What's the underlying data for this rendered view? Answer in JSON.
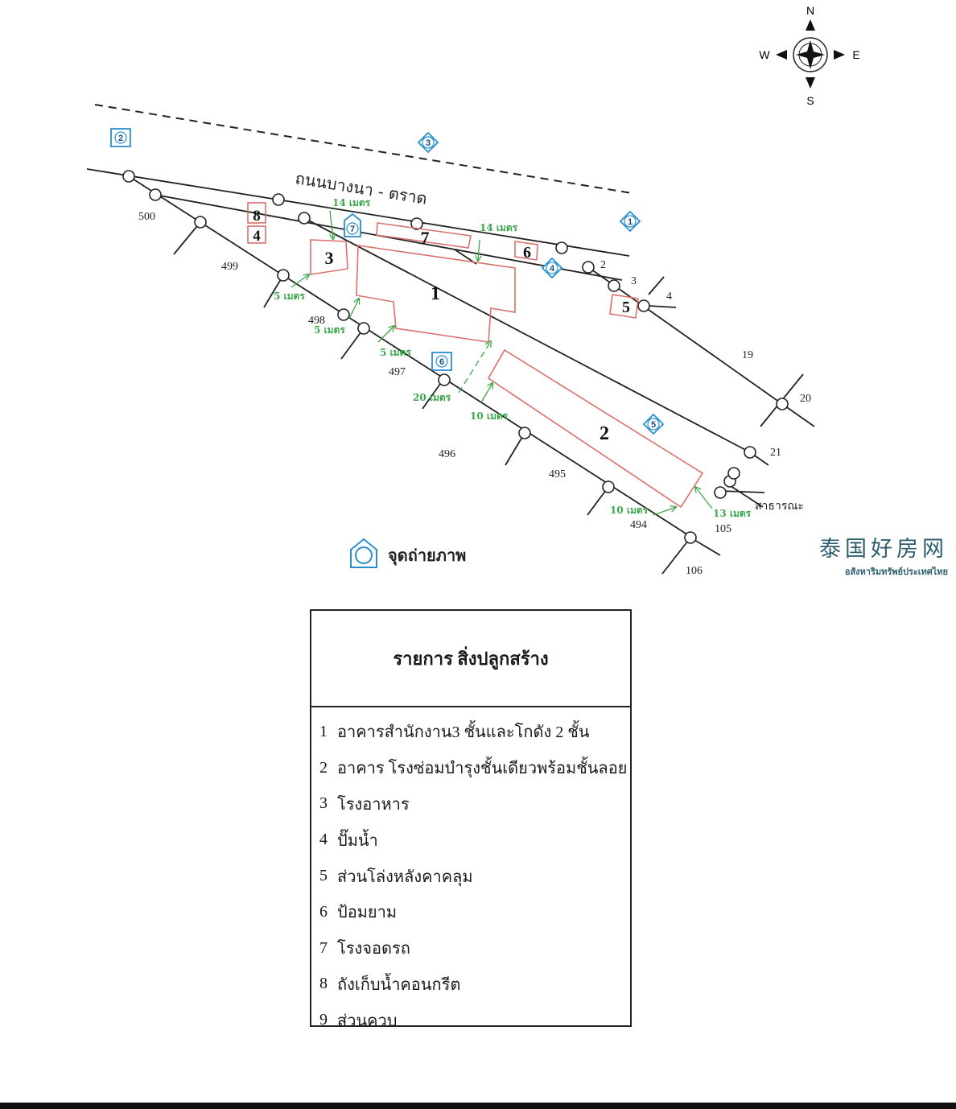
{
  "compass": {
    "n": "N",
    "s": "S",
    "e": "E",
    "w": "W"
  },
  "road_label": "ถนนบางนา - ตราด",
  "photo_points": [
    "1",
    "2",
    "3",
    "4",
    "5",
    "6",
    "7"
  ],
  "buildings": [
    "1",
    "2",
    "3",
    "4",
    "5",
    "6",
    "7",
    "8"
  ],
  "parcels": [
    "500",
    "499",
    "498",
    "497",
    "496",
    "495",
    "494",
    "105",
    "106",
    "2",
    "3",
    "4",
    "19",
    "20",
    "21"
  ],
  "public_way": "สาธารณะ",
  "distances": {
    "d14a": "14 เมตร",
    "d14b": "14 เมตร",
    "d5a": "5 เมตร",
    "d5b": "5 เมตร",
    "d5c": "5 เมตร",
    "d20": "20 เมตร",
    "d10a": "10 เมตร",
    "d10b": "10 เมตร",
    "d13": "13 เมตร"
  },
  "photo_legend": "จุดถ่ายภาพ",
  "legend": {
    "title": "รายการ สิ่งปลูกสร้าง",
    "items": [
      {
        "num": "1",
        "label": "อาคารสำนักงาน3 ชั้นและโกดัง 2 ชั้น"
      },
      {
        "num": "2",
        "label": "อาคาร โรงซ่อมบำรุงชั้นเดียวพร้อมชั้นลอย"
      },
      {
        "num": "3",
        "label": "โรงอาหาร"
      },
      {
        "num": "4",
        "label": "ปั๊มน้ำ"
      },
      {
        "num": "5",
        "label": "ส่วนโล่งหลังคาคลุม"
      },
      {
        "num": "6",
        "label": "ป้อมยาม"
      },
      {
        "num": "7",
        "label": "โรงจอดรถ"
      },
      {
        "num": "8",
        "label": "ถังเก็บน้ำคอนกรีต"
      },
      {
        "num": "9",
        "label": "ส่วนควบ"
      }
    ]
  },
  "brand": {
    "cn": "泰国好房网",
    "th": "อสังหาริมทรัพย์ประเทศไทย"
  },
  "colors": {
    "building": "#d9706a",
    "distance": "#3aa84a",
    "photo": "#2a8fcf",
    "line": "#222222"
  }
}
